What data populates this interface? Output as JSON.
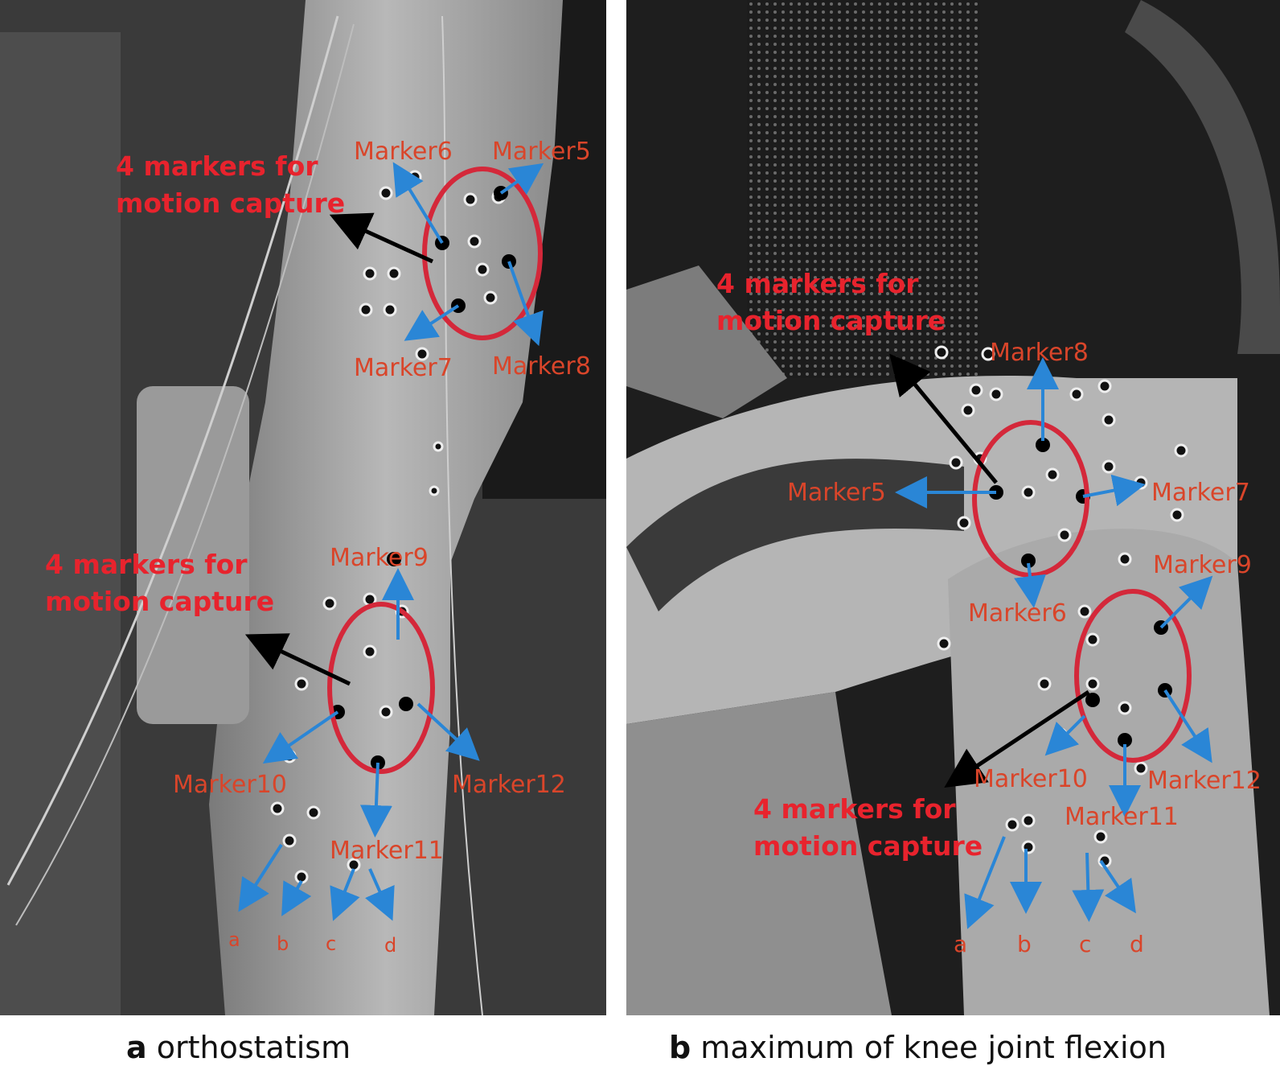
{
  "panel_a": {
    "capture_label_1": [
      "4 markers for",
      "motion capture"
    ],
    "capture_label_2": [
      "4 markers for",
      "motion capture"
    ],
    "markers": {
      "m5": "Marker5",
      "m6": "Marker6",
      "m7": "Marker7",
      "m8": "Marker8",
      "m9": "Marker9",
      "m10": "Marker10",
      "m11": "Marker11",
      "m12": "Marker12"
    },
    "letters": [
      "a",
      "b",
      "c",
      "d"
    ]
  },
  "panel_b": {
    "capture_label_1": [
      "4 markers for",
      "motion capture"
    ],
    "capture_label_2": [
      "4 markers for",
      "motion capture"
    ],
    "markers": {
      "m5": "Marker5",
      "m6": "Marker6",
      "m7": "Marker7",
      "m8": "Marker8",
      "m9": "Marker9",
      "m10": "Marker10",
      "m11": "Marker11",
      "m12": "Marker12"
    },
    "letters": [
      "a",
      "b",
      "c",
      "d"
    ]
  },
  "captions": {
    "a_letter": "a",
    "a_text": "orthostatism",
    "b_letter": "b",
    "b_text": "maximum of knee joint flexion"
  },
  "colors": {
    "label_red": "#e0261b",
    "arrow_blue": "#2a86d6",
    "arrow_black": "#000000",
    "ellipse_red": "#d4283a"
  }
}
